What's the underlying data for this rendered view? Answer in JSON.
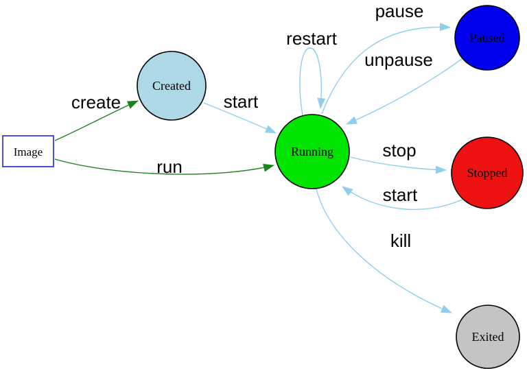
{
  "diagram": {
    "type": "state-diagram",
    "nodes": {
      "image": {
        "label": "Image",
        "shape": "box",
        "fill": "#ffffff"
      },
      "created": {
        "label": "Created",
        "shape": "circle",
        "fill": "#add8e6"
      },
      "running": {
        "label": "Running",
        "shape": "circle",
        "fill": "#00e400"
      },
      "paused": {
        "label": "Paused",
        "shape": "circle",
        "fill": "#0000ee"
      },
      "stopped": {
        "label": "Stopped",
        "shape": "circle",
        "fill": "#ee1111"
      },
      "exited": {
        "label": "Exited",
        "shape": "circle",
        "fill": "#c4c4c4"
      }
    },
    "edges": {
      "create": {
        "label": "create",
        "from": "Image",
        "to": "Created"
      },
      "run": {
        "label": "run",
        "from": "Image",
        "to": "Running"
      },
      "start_from_created": {
        "label": "start",
        "from": "Created",
        "to": "Running"
      },
      "restart": {
        "label": "restart",
        "from": "Running",
        "to": "Running"
      },
      "pause": {
        "label": "pause",
        "from": "Running",
        "to": "Paused"
      },
      "unpause": {
        "label": "unpause",
        "from": "Paused",
        "to": "Running"
      },
      "stop": {
        "label": "stop",
        "from": "Running",
        "to": "Stopped"
      },
      "start_from_stopped": {
        "label": "start",
        "from": "Stopped",
        "to": "Running"
      },
      "kill": {
        "label": "kill",
        "from": "Running",
        "to": "Exited"
      }
    }
  },
  "colors": {
    "edge_flow_green": "#1e821e",
    "edge_transition_blue": "#8dcfec",
    "node_border": "#000000",
    "image_box_border": "#2222cc",
    "label_text": "#000000"
  }
}
